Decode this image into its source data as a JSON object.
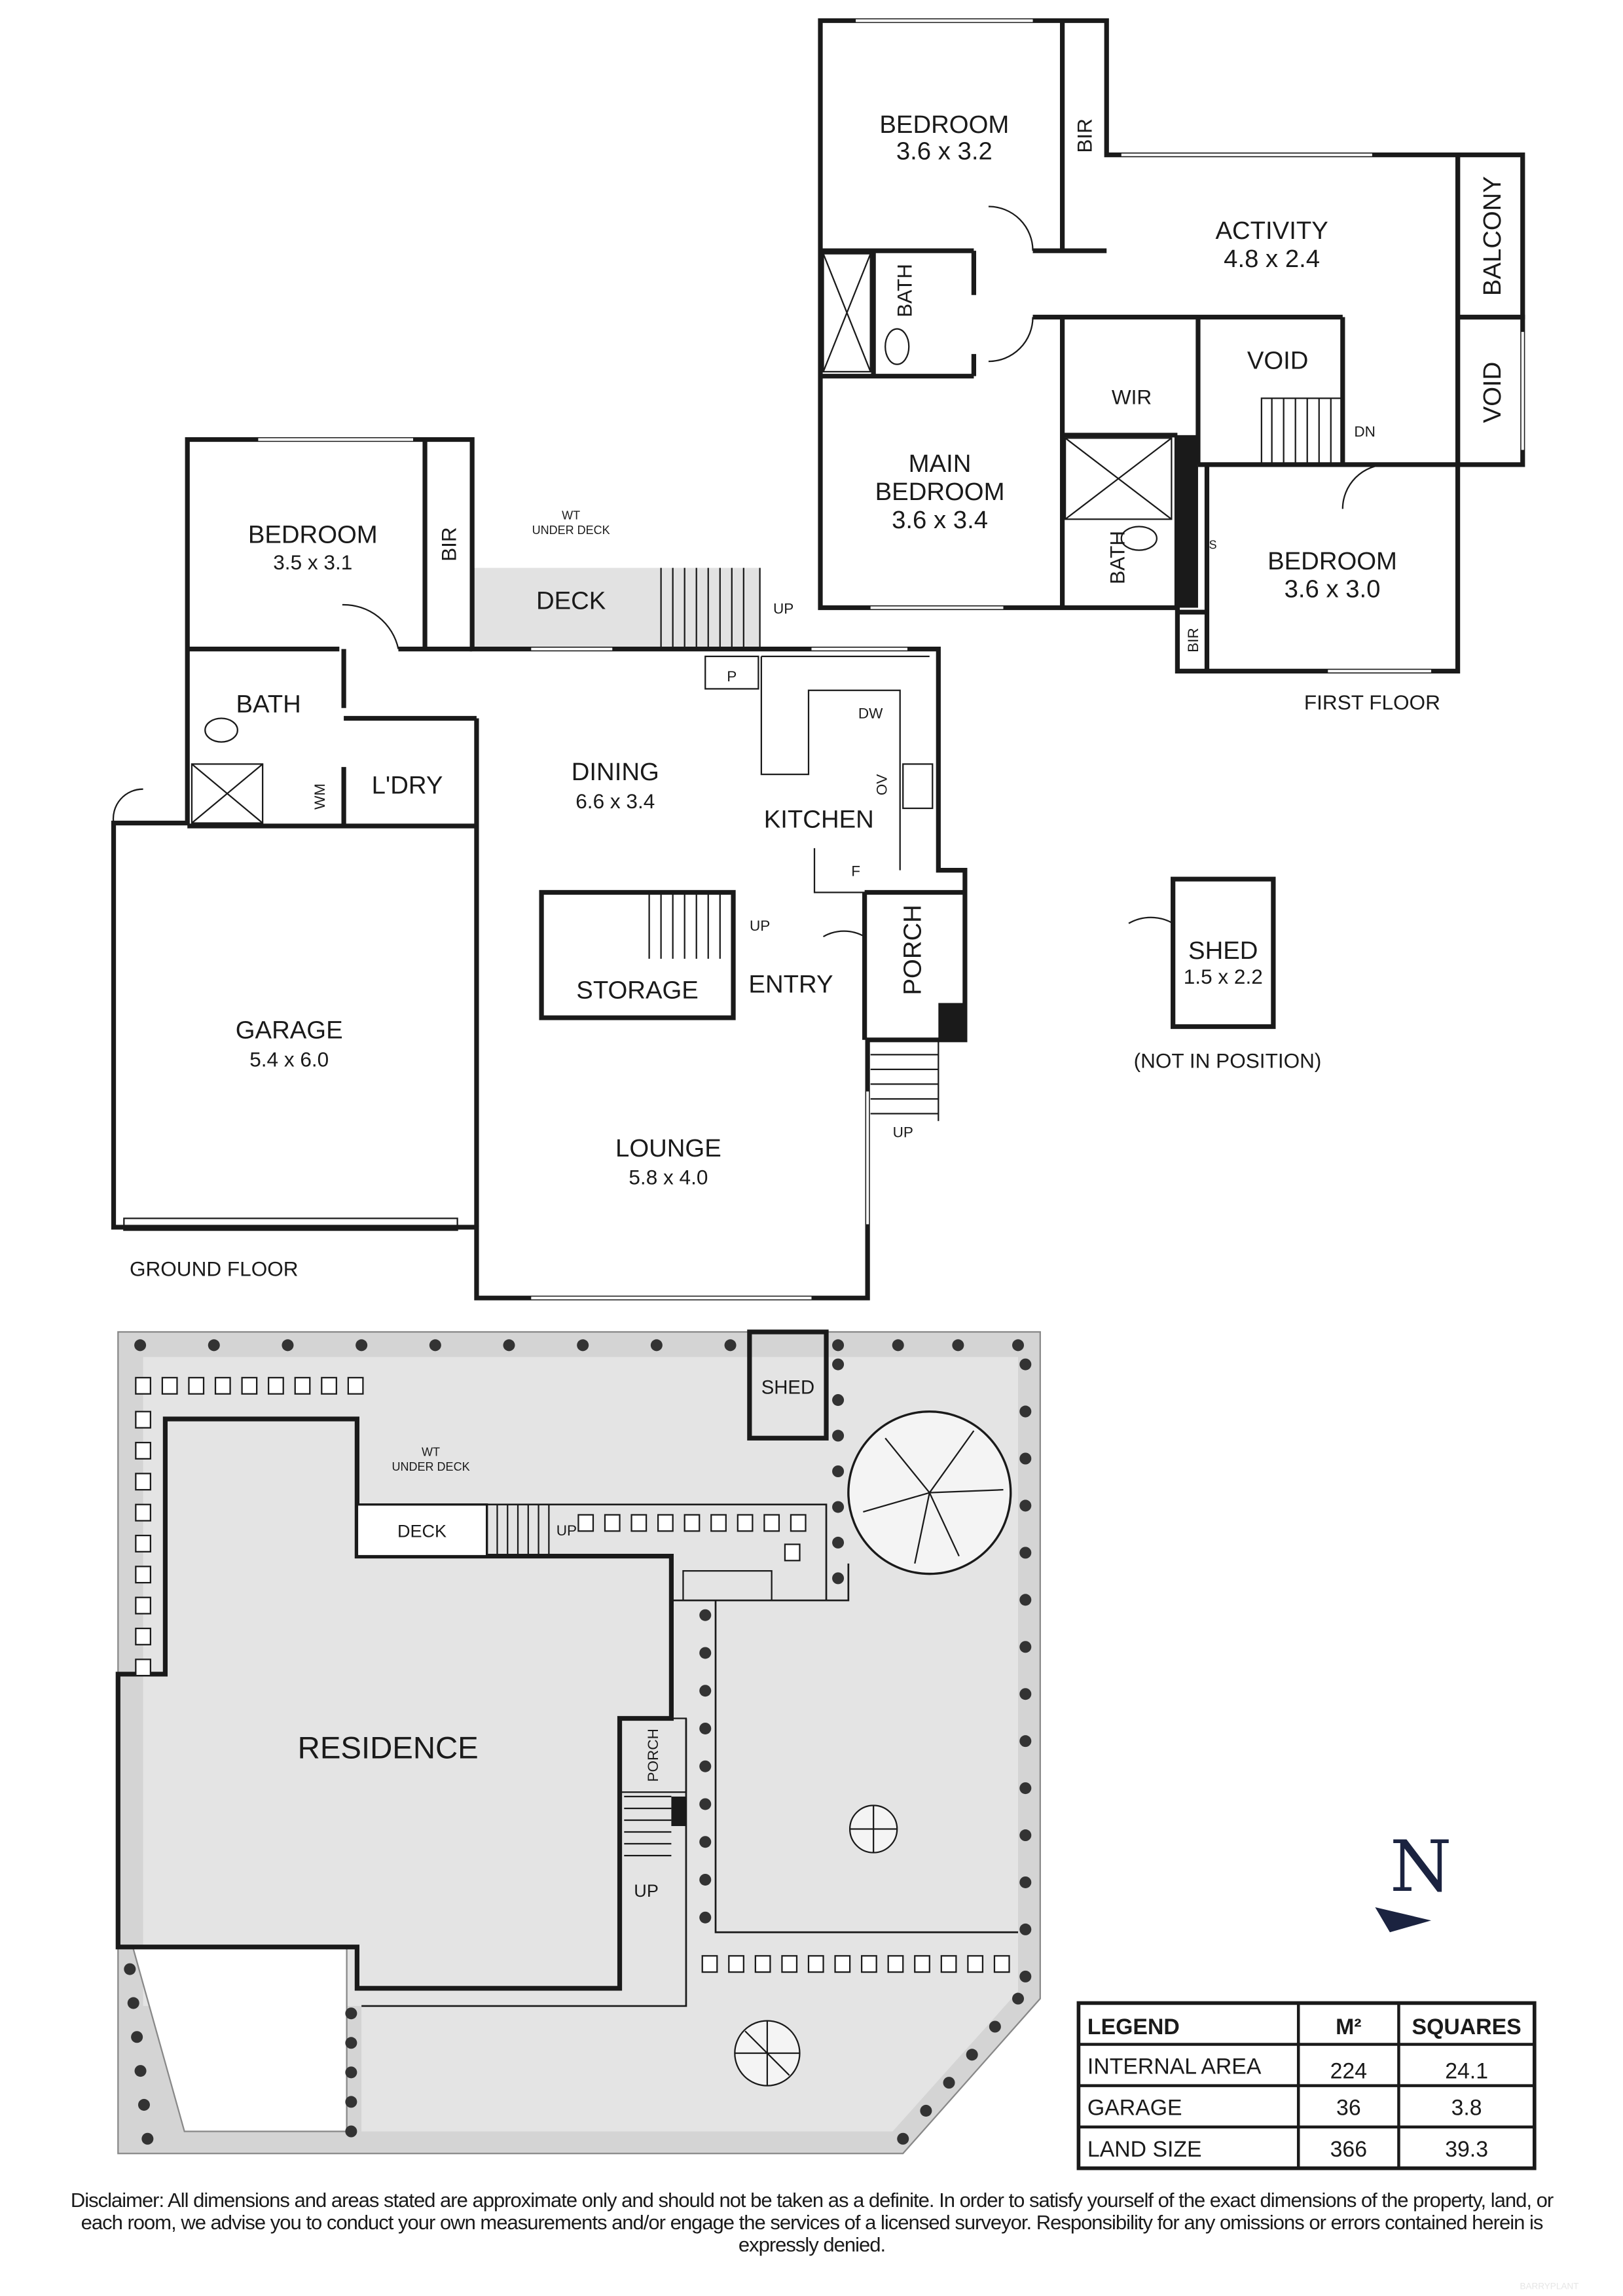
{
  "first_floor": {
    "title": "FIRST FLOOR",
    "bedroom_2": {
      "name": "BEDROOM",
      "dims": "3.6 x 3.2"
    },
    "bir_1": "BIR",
    "activity": {
      "name": "ACTIVITY",
      "dims": "4.8 x 2.4"
    },
    "balcony": "BALCONY",
    "void_1": "VOID",
    "void_2": "VOID",
    "bath_1": "BATH",
    "wir": "WIR",
    "dn": "DN",
    "main_bedroom": {
      "name1": "MAIN",
      "name2": "BEDROOM",
      "dims": "3.6 x 3.4"
    },
    "bath_2": "BATH",
    "s": "S",
    "bedroom_3": {
      "name": "BEDROOM",
      "dims": "3.6 x 3.0"
    },
    "bir_2": "BIR"
  },
  "ground_floor": {
    "title": "GROUND FLOOR",
    "bedroom": {
      "name": "BEDROOM",
      "dims": "3.5 x 3.1"
    },
    "bir": "BIR",
    "wt1": "WT",
    "wt2": "UNDER DECK",
    "deck": "DECK",
    "up_deck": "UP",
    "p": "P",
    "dw": "DW",
    "bath": "BATH",
    "wm": "WM",
    "laundry": "L'DRY",
    "dining": {
      "name": "DINING",
      "dims": "6.6 x 3.4"
    },
    "ov": "OV",
    "kitchen": "KITCHEN",
    "f": "F",
    "garage": {
      "name": "GARAGE",
      "dims": "5.4 x 6.0"
    },
    "storage": "STORAGE",
    "up_storage": "UP",
    "entry": "ENTRY",
    "porch": "PORCH",
    "up_porch": "UP",
    "lounge": {
      "name": "LOUNGE",
      "dims": "5.8 x 4.0"
    }
  },
  "shed": {
    "name": "SHED",
    "dims": "1.5 x 2.2",
    "note": "(NOT IN POSITION)"
  },
  "site_plan": {
    "shed": "SHED",
    "wt1": "WT",
    "wt2": "UNDER DECK",
    "deck": "DECK",
    "up_deck": "UP",
    "residence": "RESIDENCE",
    "porch": "PORCH",
    "up": "UP"
  },
  "north": {
    "label": "N",
    "icon": "north-arrow-icon",
    "color": "#1b2340"
  },
  "legend": {
    "headers": [
      "LEGEND",
      "M²",
      "SQUARES"
    ],
    "rows": [
      {
        "label": "INTERNAL AREA",
        "m2": "224",
        "squares": "24.1"
      },
      {
        "label": "GARAGE",
        "m2": "36",
        "squares": "3.8"
      },
      {
        "label": "LAND SIZE",
        "m2": "366",
        "squares": "39.3"
      }
    ]
  },
  "disclaimer": "Disclaimer: All dimensions and areas stated are approximate only and should not be taken as a definite. In order to satisfy yourself of the exact dimensions of the property, land, or each room, we advise you to conduct your own measurements and/or engage the services of a licensed surveyor. Responsibility for any omissions or errors contained herein is expressly denied.",
  "watermark": "BARRYPLANT"
}
